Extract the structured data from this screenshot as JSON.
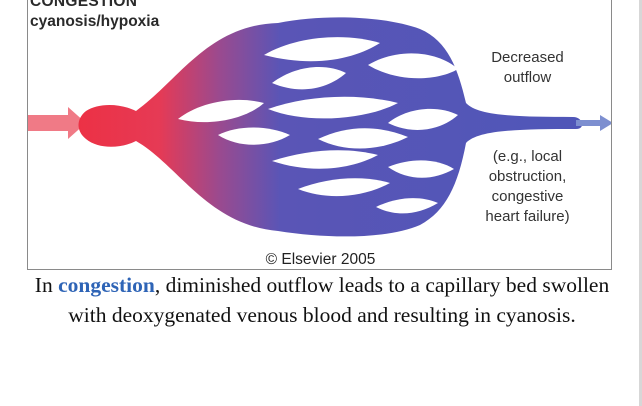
{
  "figure": {
    "title_line1": "CONGESTION",
    "title_line2": "cyanosis/hypoxia",
    "outflow_label_line1": "Decreased",
    "outflow_label_line2": "outflow",
    "example_line1": "(e.g., local",
    "example_line2": "obstruction,",
    "example_line3": "congestive",
    "example_line4": "heart failure)",
    "copyright": "© Elsevier 2005"
  },
  "colors": {
    "venous_blue": "#4f56b8",
    "arterial_red": "#e8354c",
    "inflow_arrow": "#f07a86",
    "outflow_arrow": "#7d8fd0",
    "keyword_blue": "#2e64b6"
  },
  "caption": {
    "prefix": "In ",
    "keyword": "congestion",
    "text": ", diminished outflow leads to a capillary bed swollen with deoxygenated venous blood and resulting in cyanosis."
  }
}
